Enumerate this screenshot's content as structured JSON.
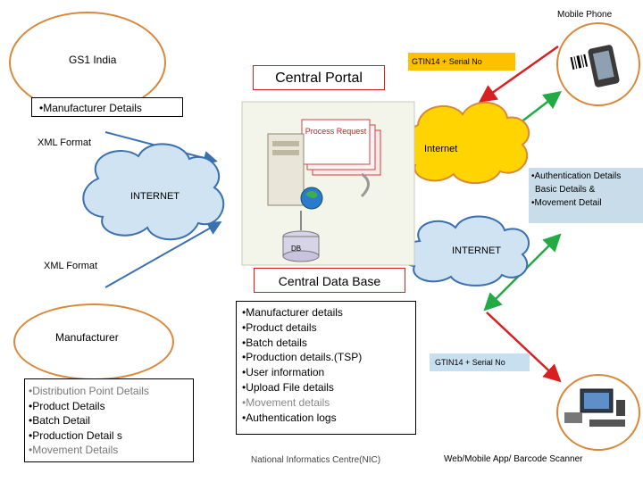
{
  "mobile_phone_label": "Mobile Phone",
  "gs1_label": "GS1 India",
  "central_portal_label": "Central Portal",
  "gtin_top_label": "GTIN14 + Serial No",
  "manufacturer_details_label": "Manufacturer Details",
  "xml_format_top": "XML Format",
  "internet_cloud_right_top": "Internet",
  "process_request_label": "Process Request",
  "db_label": "DB",
  "internet_cloud_left": "INTERNET",
  "auth_box": [
    "Authentication Details",
    "Basic Details &",
    "Movement Detail"
  ],
  "internet_cloud_right_bottom": "INTERNET",
  "xml_format_bottom": "XML Format",
  "central_db_label": "Central Data Base",
  "db_contents": [
    "Manufacturer details",
    "Product details",
    "Batch details",
    "Production details.(TSP)",
    "User information",
    "Upload File details",
    "Movement details",
    "Authentication logs"
  ],
  "manufacturer_label": "Manufacturer",
  "manufacturer_items": [
    "Distribution Point Details",
    "Product Details",
    "Batch Detail",
    "Production Detail s",
    "Movement Details"
  ],
  "gtin_bottom_label": "GTIN14 + Serial No",
  "nic_label": "National Informatics Centre(NIC)",
  "scanner_label": "Web/Mobile App/ Barcode Scanner",
  "colors": {
    "oval_border": "#d8883a",
    "cloud_blue": "#cfe3f2",
    "cloud_yellow": "#ffd400",
    "arrow_red": "#d82020",
    "arrow_green": "#22aa44",
    "arrow_blue": "#3a6fb0",
    "label_orange": "#ffc000",
    "auth_bg": "#c8dce9",
    "gtin_blue": "#c8dff0"
  }
}
